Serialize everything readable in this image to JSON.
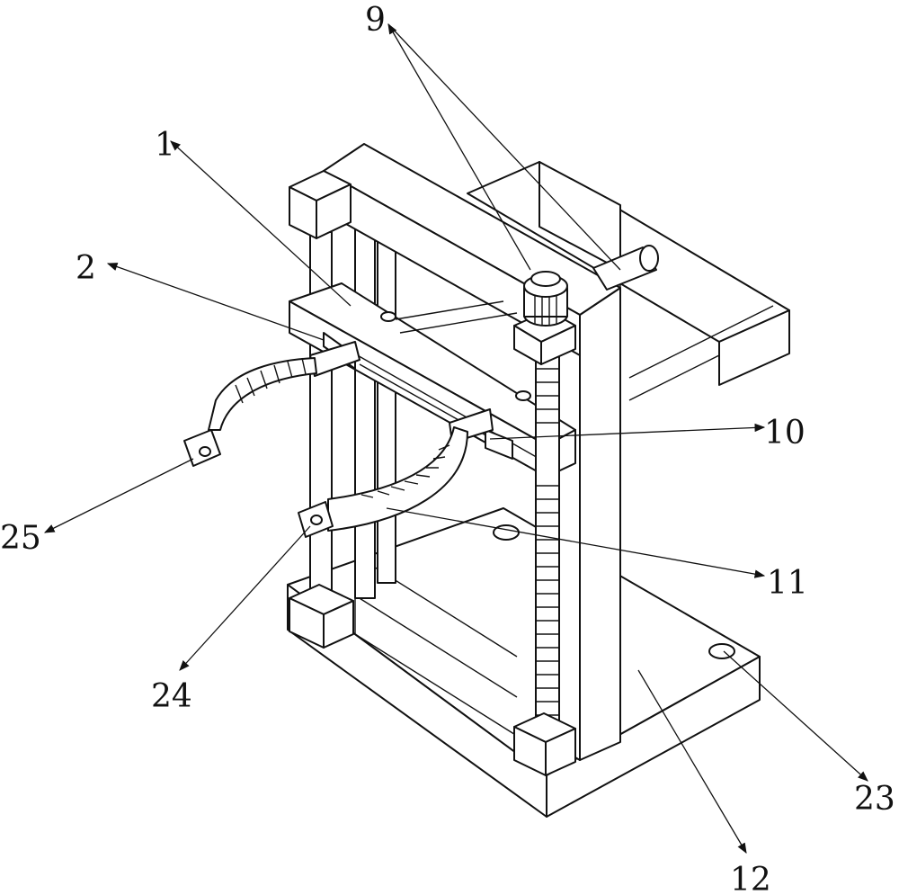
{
  "labels": {
    "l1": "1",
    "l2": "2",
    "l9": "9",
    "l10": "10",
    "l11": "11",
    "l12": "12",
    "l23": "23",
    "l24": "24",
    "l25": "25"
  },
  "colors": {
    "line": "#111111",
    "background": "#ffffff"
  }
}
